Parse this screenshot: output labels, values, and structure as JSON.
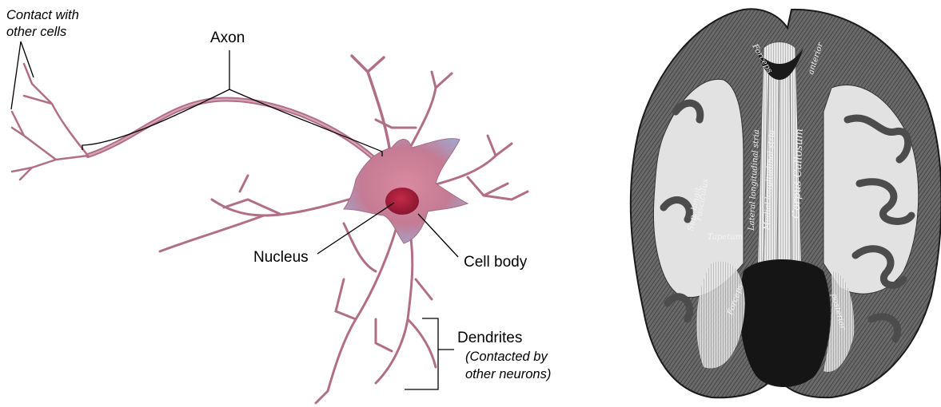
{
  "neuron": {
    "labels": {
      "contact": [
        "Contact with",
        "other cells"
      ],
      "axon": "Axon",
      "nucleus": "Nucleus",
      "cell_body": "Cell body",
      "dendrites": "Dendrites",
      "dendrites_note": [
        "(Contacted by",
        "other neurons)"
      ]
    },
    "colors": {
      "membrane": "#b16f87",
      "highlight": "#d8a6bb",
      "cell_body": "#c9788f",
      "nucleus": "#b8223e",
      "blue_tint": "#7fb4dc"
    }
  },
  "brain": {
    "labels": {
      "forceps_anterior": [
        "Forceps",
        "anterior"
      ],
      "sup_longit": [
        "Sup. longit.",
        "Fasciculus"
      ],
      "tapetum": "Tapetum",
      "lateral_longit_stria": "Lateral longitudinal stria",
      "medial_longit_stria": "Medial longitudinal stria",
      "corpus_callosum": "Corpus Callosum",
      "forceps_posterior": [
        "Forceps",
        "posterior"
      ]
    },
    "colors": {
      "gray_matter": "#5b5b5b",
      "white_matter": "#e6e6e6",
      "dark": "#1a1a1a"
    }
  }
}
